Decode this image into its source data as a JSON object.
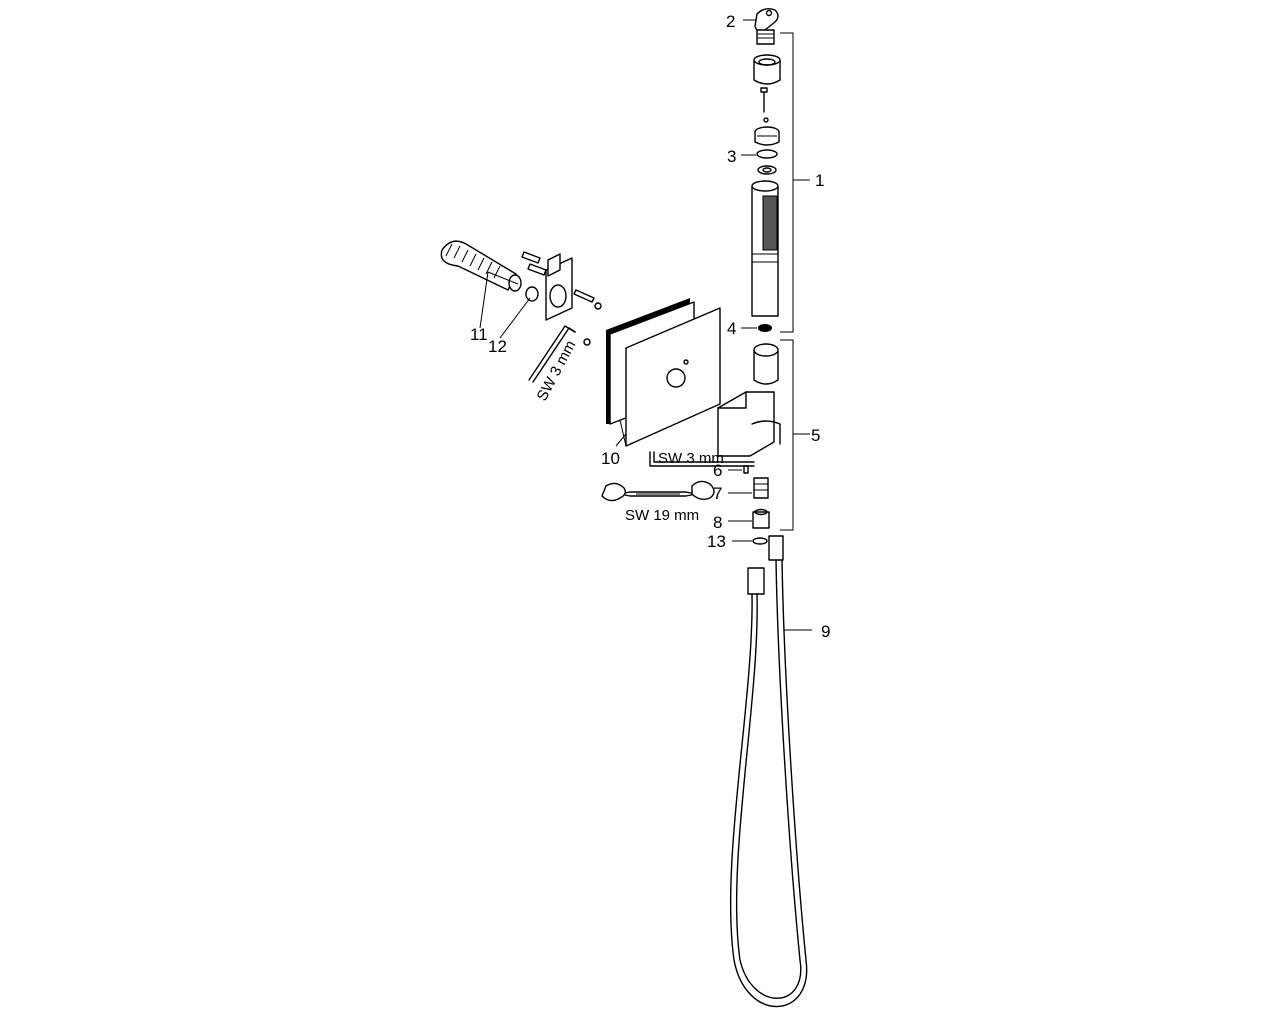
{
  "callouts": {
    "c1": "1",
    "c2": "2",
    "c3": "3",
    "c4": "4",
    "c5": "5",
    "c6": "6",
    "c7": "7",
    "c8": "8",
    "c9": "9",
    "c10": "10",
    "c11": "11",
    "c12": "12",
    "c13": "13"
  },
  "tools": {
    "hex_key_left": "SW 3 mm",
    "hex_key_center": "SW 3 mm",
    "wrench": "SW 19 mm"
  }
}
